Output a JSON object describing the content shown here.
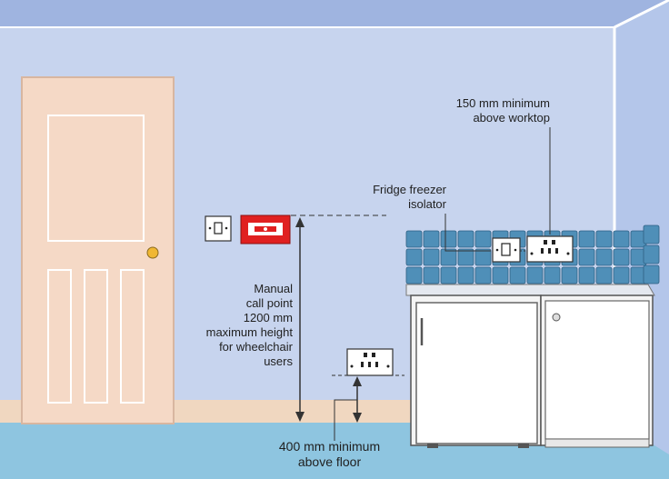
{
  "labels": {
    "worktop": [
      "150 mm minimum",
      "above worktop"
    ],
    "isolator": [
      "Fridge freezer",
      "isolator"
    ],
    "callpoint": [
      "Manual",
      "call point",
      "1200 mm",
      "maximum height",
      "for wheelchair",
      "users"
    ],
    "floor": [
      "400 mm minimum",
      "above floor"
    ]
  },
  "colors": {
    "wall": "#c7d4ee",
    "ceiling": "#9fb4e0",
    "floor": "#8ec5e0",
    "skirting": "#f0d7c0",
    "door": "#f5d9c6",
    "call_point": "#e02020",
    "tile": "#4f8fb8"
  },
  "icons": [
    "door-icon",
    "light-switch-icon",
    "fire-alarm-call-point-icon",
    "double-socket-icon",
    "isolator-switch-icon",
    "fridge-icon",
    "cupboard-icon"
  ]
}
